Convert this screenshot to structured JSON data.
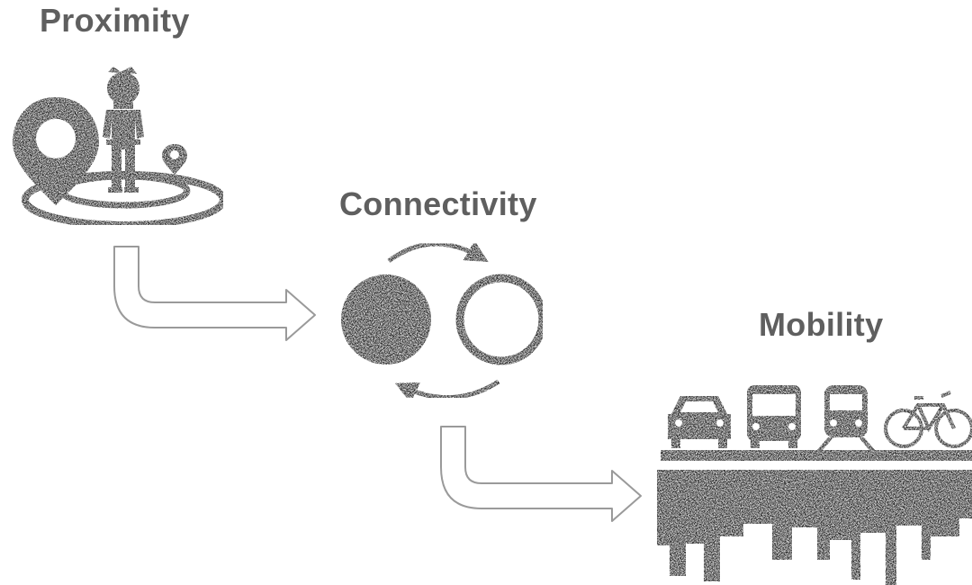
{
  "stages": [
    {
      "id": "proximity",
      "label": "Proximity",
      "icon": "person-location-icon"
    },
    {
      "id": "connectivity",
      "label": "Connectivity",
      "icon": "connected-circles-icon"
    },
    {
      "id": "mobility",
      "label": "Mobility",
      "icon": "transport-city-icon"
    }
  ],
  "colors": {
    "label": "#5f5f5f",
    "icon": "#1c1c1c",
    "arrow_stroke": "#9a9a9a"
  }
}
